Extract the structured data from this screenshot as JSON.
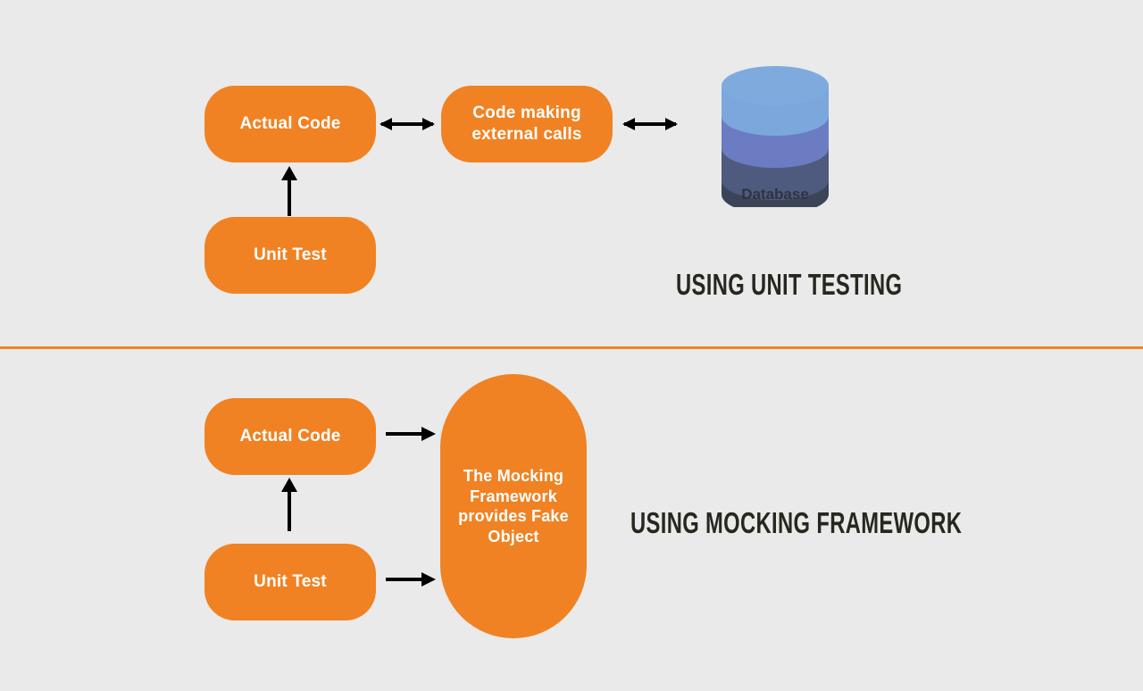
{
  "meta": {
    "background_color": "#EAEAEA",
    "accent_color": "#F08223",
    "title_color": "#27271F",
    "box_text_color": "#FFFFFF",
    "arrow_color": "#000000"
  },
  "sections": {
    "top": {
      "title": "USING UNIT TESTING",
      "boxes": {
        "actual_code": "Actual Code",
        "external_calls": "Code making external calls",
        "unit_test": "Unit Test"
      },
      "database": {
        "label": "Database",
        "icon": "database-cylinder-icon",
        "band_colors": [
          "#7BA7DC",
          "#6C7CC2",
          "#4E5A7E",
          "#3C4557"
        ]
      },
      "arrows": {
        "code_to_external": "double-headed-horizontal-arrow",
        "external_to_database": "double-headed-horizontal-arrow",
        "unit_test_to_actual_code": "up-arrow"
      }
    },
    "bottom": {
      "title": "USING MOCKING FRAMEWORK",
      "boxes": {
        "actual_code": "Actual Code",
        "unit_test": "Unit Test",
        "mocking_framework": "The Mocking Framework provides Fake Object"
      },
      "arrows": {
        "actual_code_to_mock": "right-arrow",
        "unit_test_to_mock": "right-arrow",
        "unit_test_to_actual_code": "up-arrow"
      }
    }
  },
  "divider": {
    "name": "section-divider",
    "color": "#F08223"
  }
}
